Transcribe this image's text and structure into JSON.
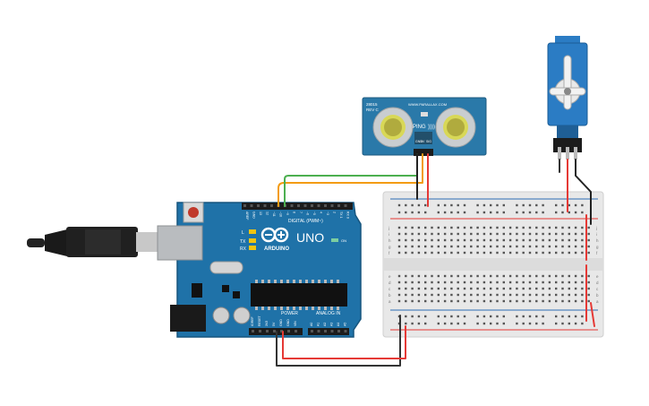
{
  "arduino": {
    "brand": "ARDUINO",
    "model": "UNO",
    "digital_label": "DIGITAL (PWM~)",
    "power_label": "POWER",
    "analog_label": "ANALOG IN",
    "on_label": "ON",
    "tx_label": "TX",
    "rx_label": "RX",
    "l_label": "L",
    "digital_pins": [
      "AREF",
      "GND",
      "13",
      "12",
      "~11",
      "~10",
      "~9",
      "8",
      "7",
      "~6",
      "~5",
      "4",
      "~3",
      "2",
      "TX 1",
      "RX 0"
    ],
    "power_pins": [
      "IOREF",
      "RESET",
      "3V3",
      "5V",
      "GND",
      "GND",
      "VIN"
    ],
    "analog_pins": [
      "A0",
      "A1",
      "A2",
      "A3",
      "A4",
      "A5"
    ]
  },
  "ping_sensor": {
    "model_line1": "28015",
    "model_line2": "REV C",
    "website": "WWW.PARALLAX.COM",
    "name": "PING",
    "name_suffix": "))))",
    "pins": [
      "GND",
      "5V",
      "SIG"
    ]
  },
  "breadboard": {
    "column_count": 30,
    "row_letters_top": [
      "j",
      "i",
      "h",
      "g",
      "f"
    ],
    "row_letters_bottom": [
      "e",
      "d",
      "c",
      "b",
      "a"
    ]
  },
  "wires": {
    "signal_color": "#f39c12",
    "trigger_color": "#4caf50",
    "power_color": "#e53935",
    "ground_color": "#333333"
  },
  "colors": {
    "board_blue": "#1f72a8",
    "board_dark_blue": "#16557e",
    "sensor_blue": "#2a79a9",
    "servo_blue": "#2b7cc4",
    "breadboard_body": "#e8e8e8"
  }
}
